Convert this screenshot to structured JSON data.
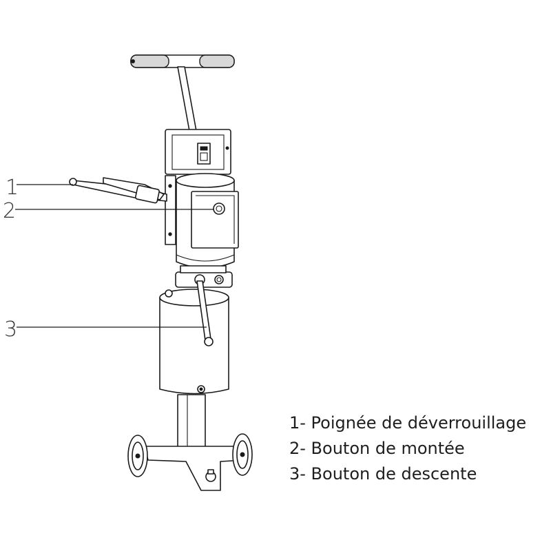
{
  "callouts": [
    {
      "number": "1",
      "label": "1- Poignée de déverrouillage"
    },
    {
      "number": "2",
      "label": "2- Bouton de montée"
    },
    {
      "number": "3",
      "label": "3- Bouton de descente"
    }
  ],
  "colors": {
    "line": "#1a1a1a",
    "text": "#1e1e1e",
    "background": "#ffffff"
  }
}
